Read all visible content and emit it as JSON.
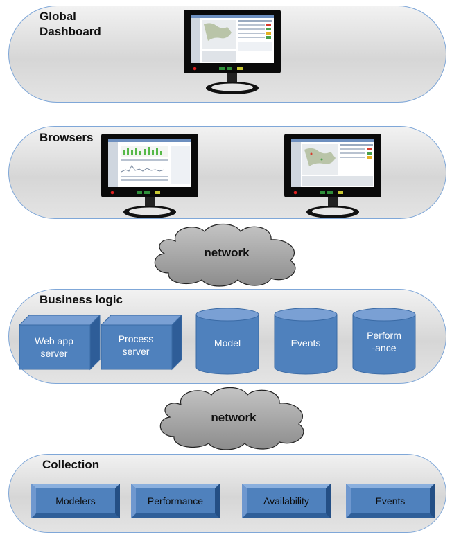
{
  "layers": {
    "dashboard": {
      "title": "Global\nDashboard"
    },
    "browsers": {
      "title": "Browsers"
    },
    "business": {
      "title": "Business logic",
      "servers": [
        {
          "label": "Web app\nserver"
        },
        {
          "label": "Process\nserver"
        }
      ],
      "databases": [
        {
          "label": "Model"
        },
        {
          "label": "Events"
        },
        {
          "label": "Perform\n-ance"
        }
      ]
    },
    "collection": {
      "title": "Collection",
      "collectors": [
        {
          "label": "Modelers"
        },
        {
          "label": "Performance"
        },
        {
          "label": "Availability"
        },
        {
          "label": "Events"
        }
      ]
    }
  },
  "clouds": [
    {
      "label": "network"
    },
    {
      "label": "network"
    }
  ],
  "icons": {
    "monitor": "monitor-icon",
    "cloud": "cloud-icon",
    "server": "server-box-icon",
    "database": "database-cylinder-icon"
  },
  "colors": {
    "layer_border": "#7fa7d8",
    "component_blue": "#4f81bd",
    "cloud_gray": "#a6a6a6"
  }
}
